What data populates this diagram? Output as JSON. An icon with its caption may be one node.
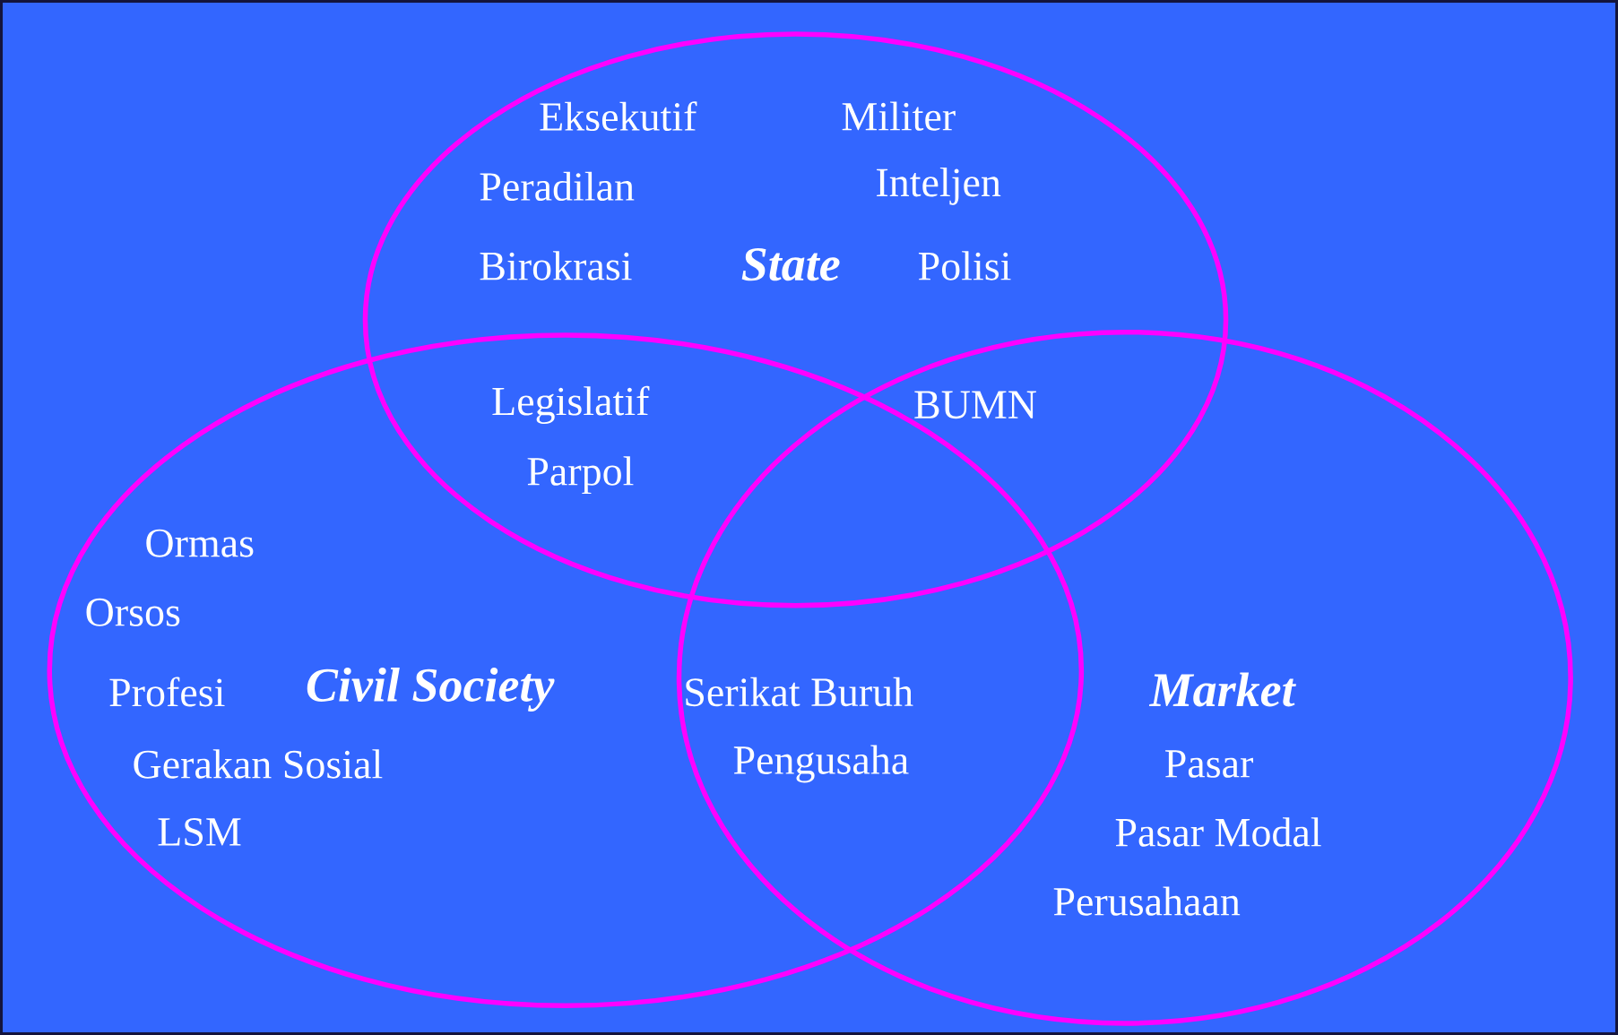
{
  "diagram": {
    "nodes": [
      {
        "text": [
          "State"
        ]
      },
      {
        "text": [
          "Civil Society"
        ]
      },
      {
        "text": [
          "Market"
        ]
      }
    ],
    "labels": [
      "Eksekutif",
      "Militer",
      "Peradilan",
      "Inteljen",
      "Birokrasi",
      "Polisi",
      "Legislatif",
      "BUMN",
      "Parpol",
      "Ormas",
      "Orsos",
      "Profesi",
      "Serikat Buruh",
      "Gerakan Sosial",
      "Pengusaha",
      "Pasar",
      "LSM",
      "Pasar Modal",
      "Perusahaan"
    ]
  }
}
